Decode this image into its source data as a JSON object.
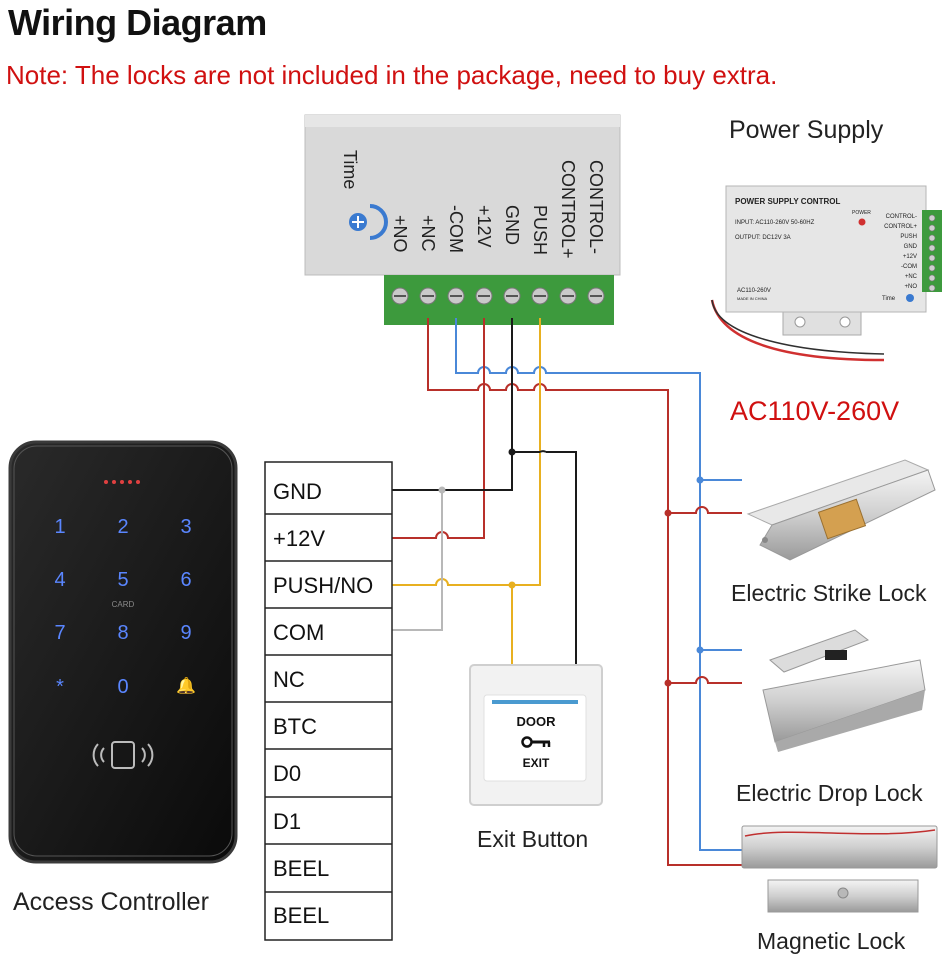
{
  "title": "Wiring Diagram",
  "note": "Note: The locks are not included in the package, need to buy extra.",
  "power_supply": {
    "label": "Power Supply",
    "terminals": [
      "Time",
      "+NO",
      "+NC",
      "-COM",
      "+12V",
      "GND",
      "PUSH",
      "CONTROL+",
      "CONTROL-"
    ],
    "photo": {
      "brand": "POWER SUPPLY CONTROL",
      "input": "INPUT: AC110-260V 50-60HZ",
      "output": "OUTPUT: DC12V  3A",
      "voltage": "AC110-260V",
      "made_in": "MADE IN CHINA",
      "power_led": "POWER",
      "terminals": [
        "CONTROL-",
        "CONTROL+",
        "PUSH",
        "GND",
        "+12V",
        "-COM",
        "+NC",
        "+NO"
      ],
      "time": "Time"
    },
    "ac_label": "AC110V-260V"
  },
  "controller": {
    "label": "Access Controller",
    "keys": [
      "1",
      "2",
      "3",
      "4",
      "5",
      "6",
      "7",
      "8",
      "9",
      "*",
      "0",
      "🔔"
    ],
    "card_text": "CARD",
    "terminals": [
      "GND",
      "+12V",
      "PUSH/NO",
      "COM",
      "NC",
      "BTC",
      "D0",
      "D1",
      "BEEL",
      "BEEL"
    ]
  },
  "exit_button": {
    "label": "Exit Button",
    "top_text": "DOOR",
    "bottom_text": "EXIT"
  },
  "locks": {
    "strike": "Electric Strike Lock",
    "drop": "Electric Drop Lock",
    "magnetic": "Magnetic Lock"
  },
  "wire_colors": {
    "red": "#b8302a",
    "blue": "#4a88d8",
    "black": "#1a1a1a",
    "yellow": "#e8b020",
    "gray": "#b8b8b8"
  }
}
